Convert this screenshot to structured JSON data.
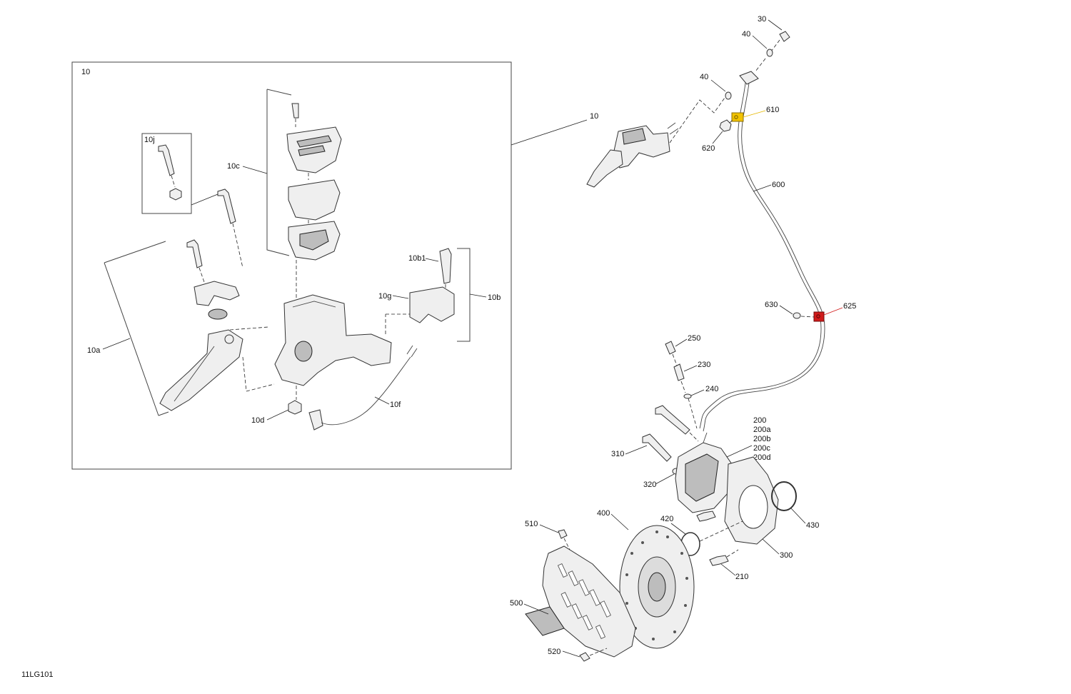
{
  "diagram": {
    "reference_code": "11LG101",
    "colors": {
      "highlight_yellow": "#f2c300",
      "highlight_red": "#d11a1a",
      "line": "#222222",
      "part_fill": "#efefef"
    },
    "inset": {
      "label": "10"
    },
    "labels": {
      "l10": "10",
      "l10a": "10a",
      "l10b": "10b",
      "l10b1": "10b1",
      "l10c": "10c",
      "l10d": "10d",
      "l10f": "10f",
      "l10g": "10g",
      "l10j": "10j",
      "l30": "30",
      "l40a": "40",
      "l40b": "40",
      "l610": "610",
      "l620": "620",
      "l600": "600",
      "l630": "630",
      "l625": "625",
      "l250": "250",
      "l230": "230",
      "l240": "240",
      "l200": "200",
      "l200a": "200a",
      "l200b": "200b",
      "l200c": "200c",
      "l200d": "200d",
      "l310": "310",
      "l320": "320",
      "l420": "420",
      "l430": "430",
      "l400": "400",
      "l300": "300",
      "l210": "210",
      "l510": "510",
      "l500": "500",
      "l520": "520"
    }
  }
}
